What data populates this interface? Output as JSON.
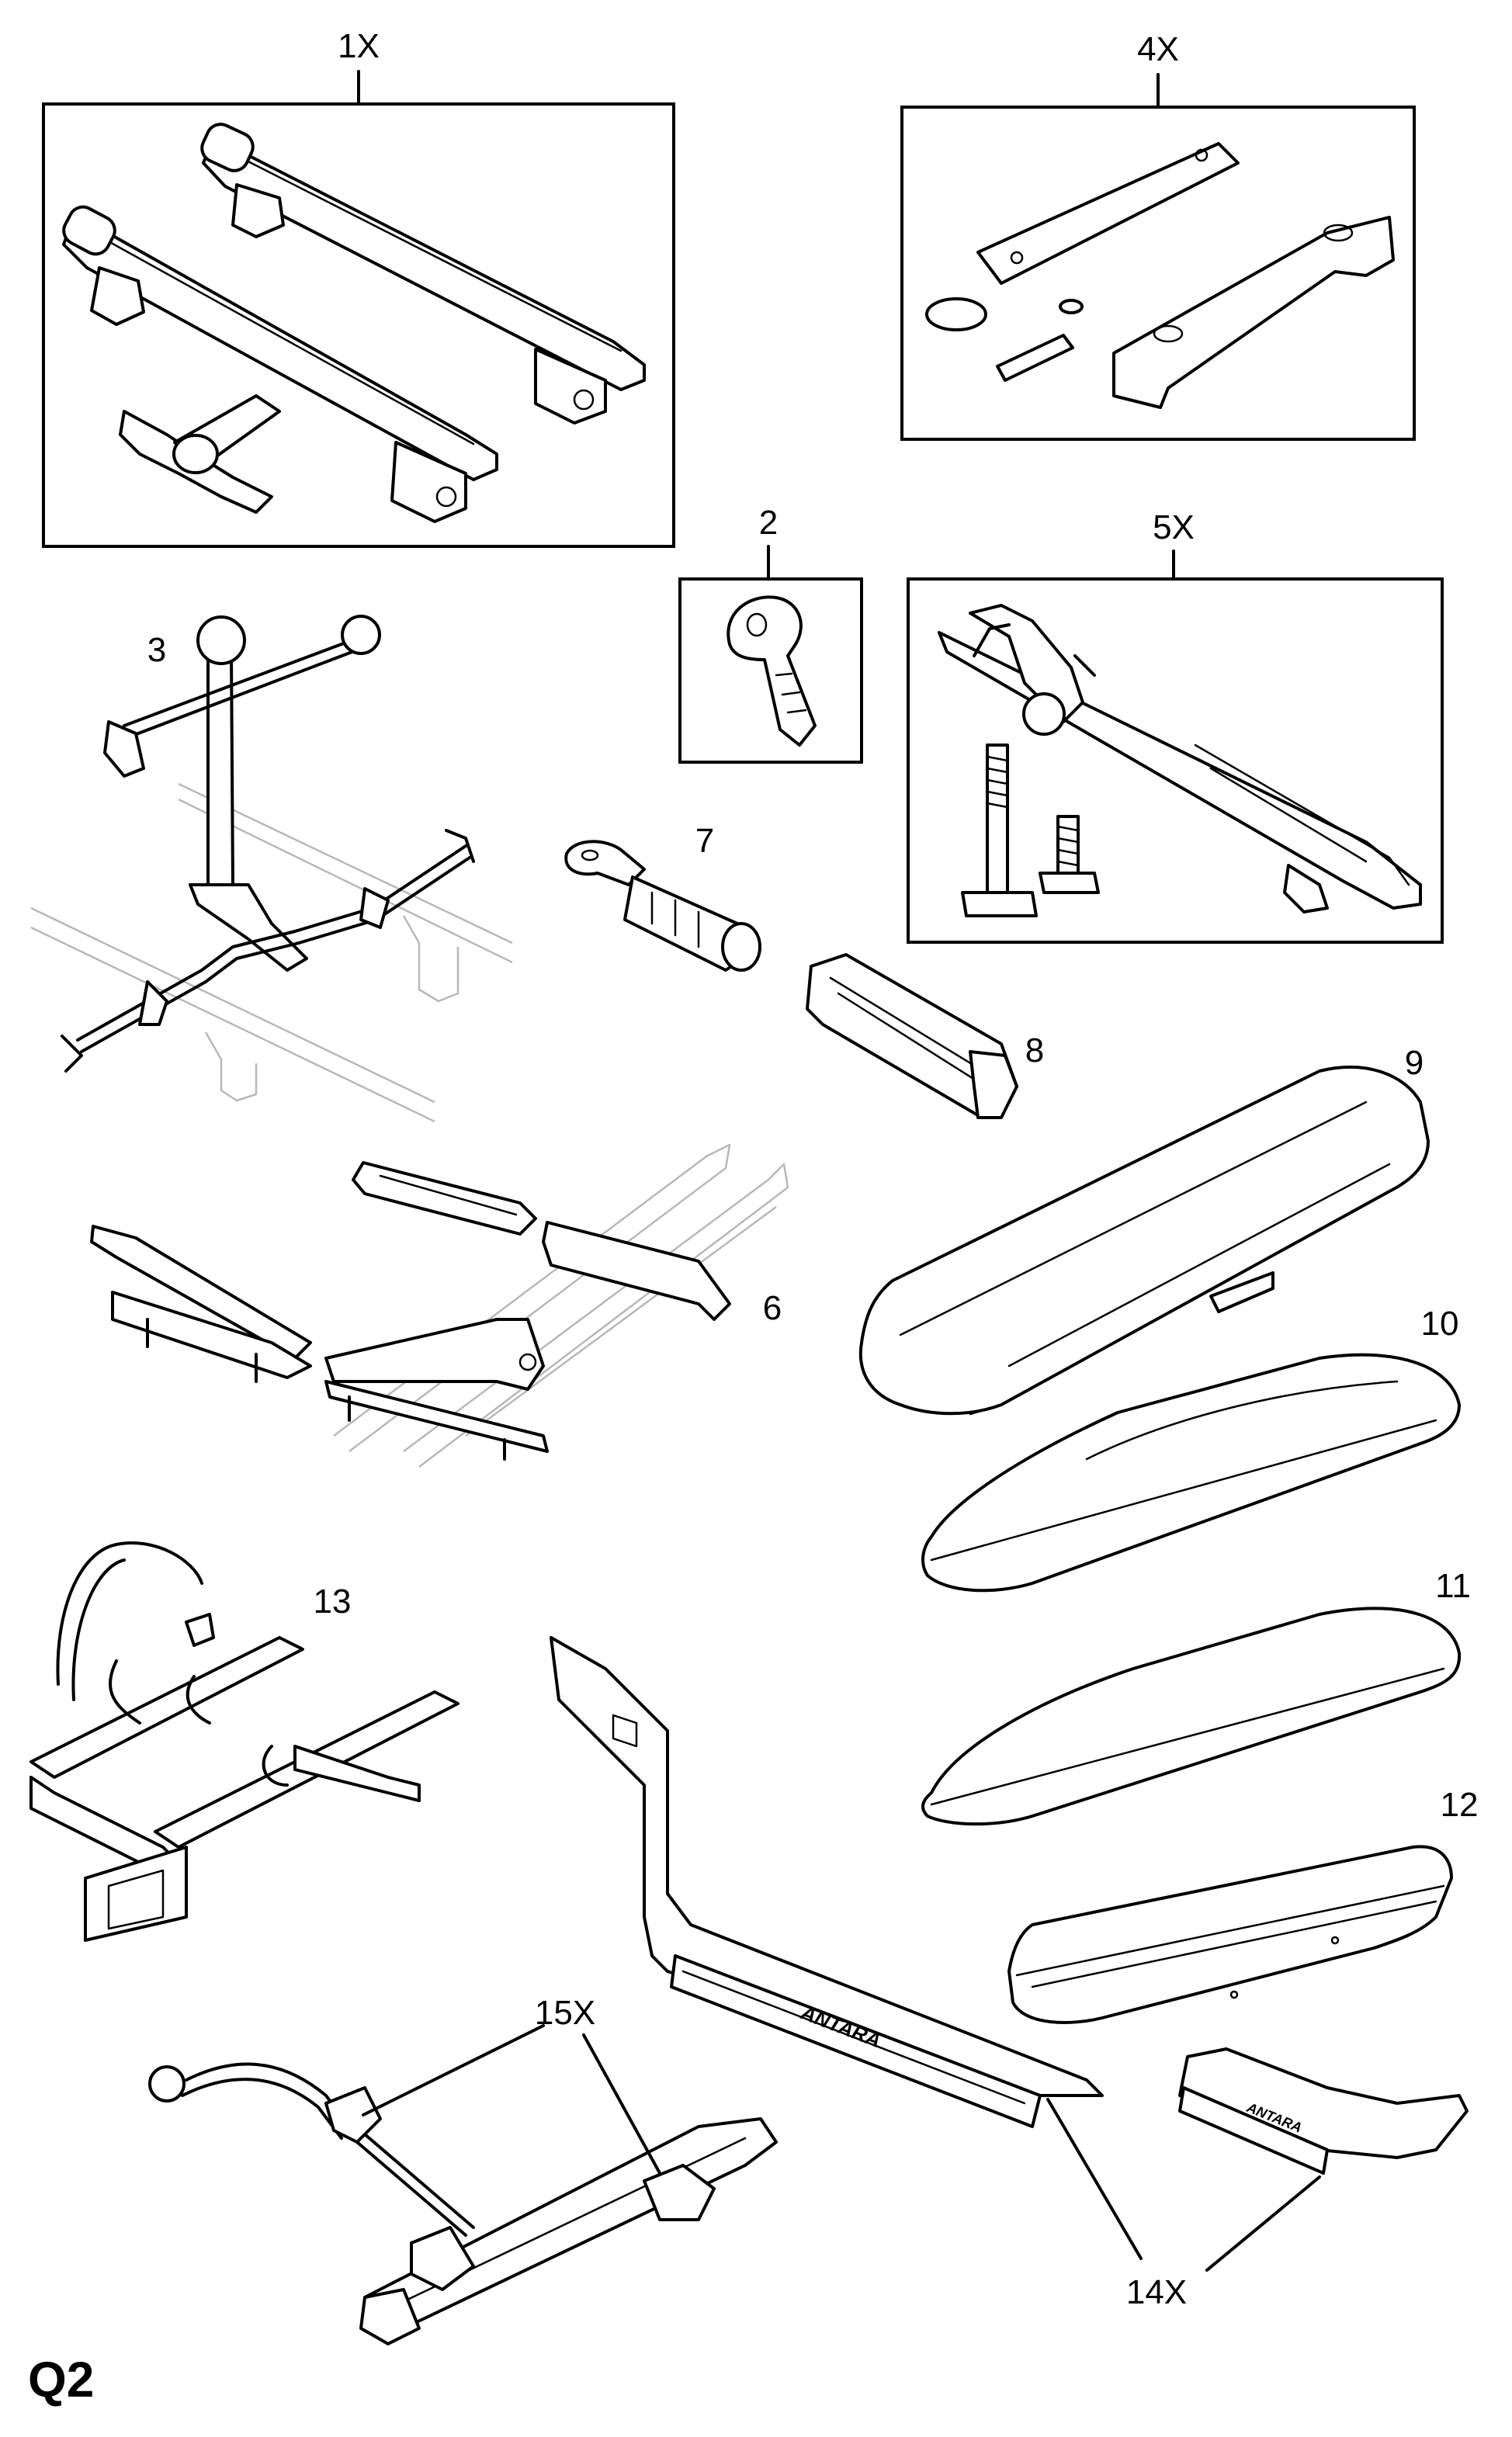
{
  "page_id": "Q2",
  "callouts": [
    {
      "id": "1x",
      "label": "1X"
    },
    {
      "id": "2",
      "label": "2"
    },
    {
      "id": "3",
      "label": "3"
    },
    {
      "id": "4x",
      "label": "4X"
    },
    {
      "id": "5x",
      "label": "5X"
    },
    {
      "id": "6",
      "label": "6"
    },
    {
      "id": "7",
      "label": "7"
    },
    {
      "id": "8",
      "label": "8"
    },
    {
      "id": "9",
      "label": "9"
    },
    {
      "id": "10",
      "label": "10"
    },
    {
      "id": "11",
      "label": "11"
    },
    {
      "id": "12",
      "label": "12"
    },
    {
      "id": "13",
      "label": "13"
    },
    {
      "id": "14x",
      "label": "14X"
    },
    {
      "id": "15x",
      "label": "15X"
    }
  ],
  "sill_plate_lettering": "ANTARA"
}
